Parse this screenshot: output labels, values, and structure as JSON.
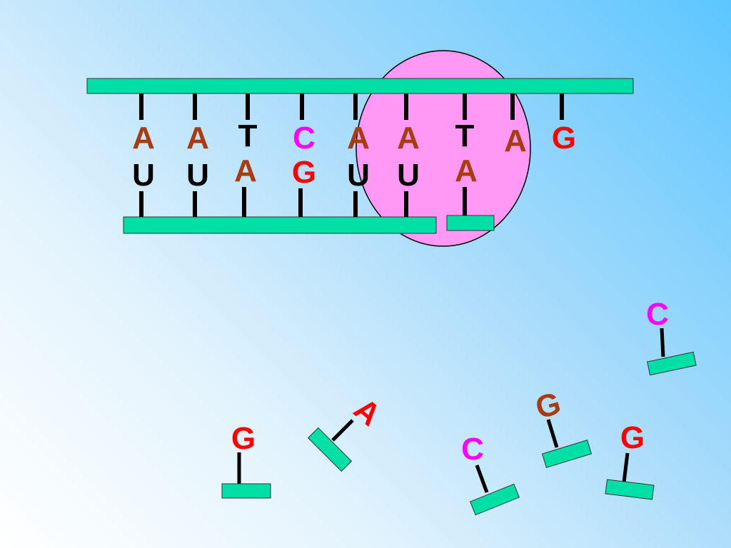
{
  "colors": {
    "strand": "#00dfa6",
    "polymerase": "#ff99f5",
    "A": "#a83c0f",
    "C": "#ff00ff",
    "G": "#ff0000",
    "T": "#000000",
    "U": "#000000"
  },
  "dna_template": {
    "top_bases": [
      "A",
      "A",
      "T",
      "C",
      "A",
      "A",
      "T",
      "A",
      "G"
    ],
    "paired_bases": [
      "U",
      "U",
      "A",
      "G",
      "U",
      "U",
      "A"
    ]
  },
  "free_nucleotides": [
    "C",
    "G",
    "A",
    "G",
    "G",
    "C"
  ]
}
